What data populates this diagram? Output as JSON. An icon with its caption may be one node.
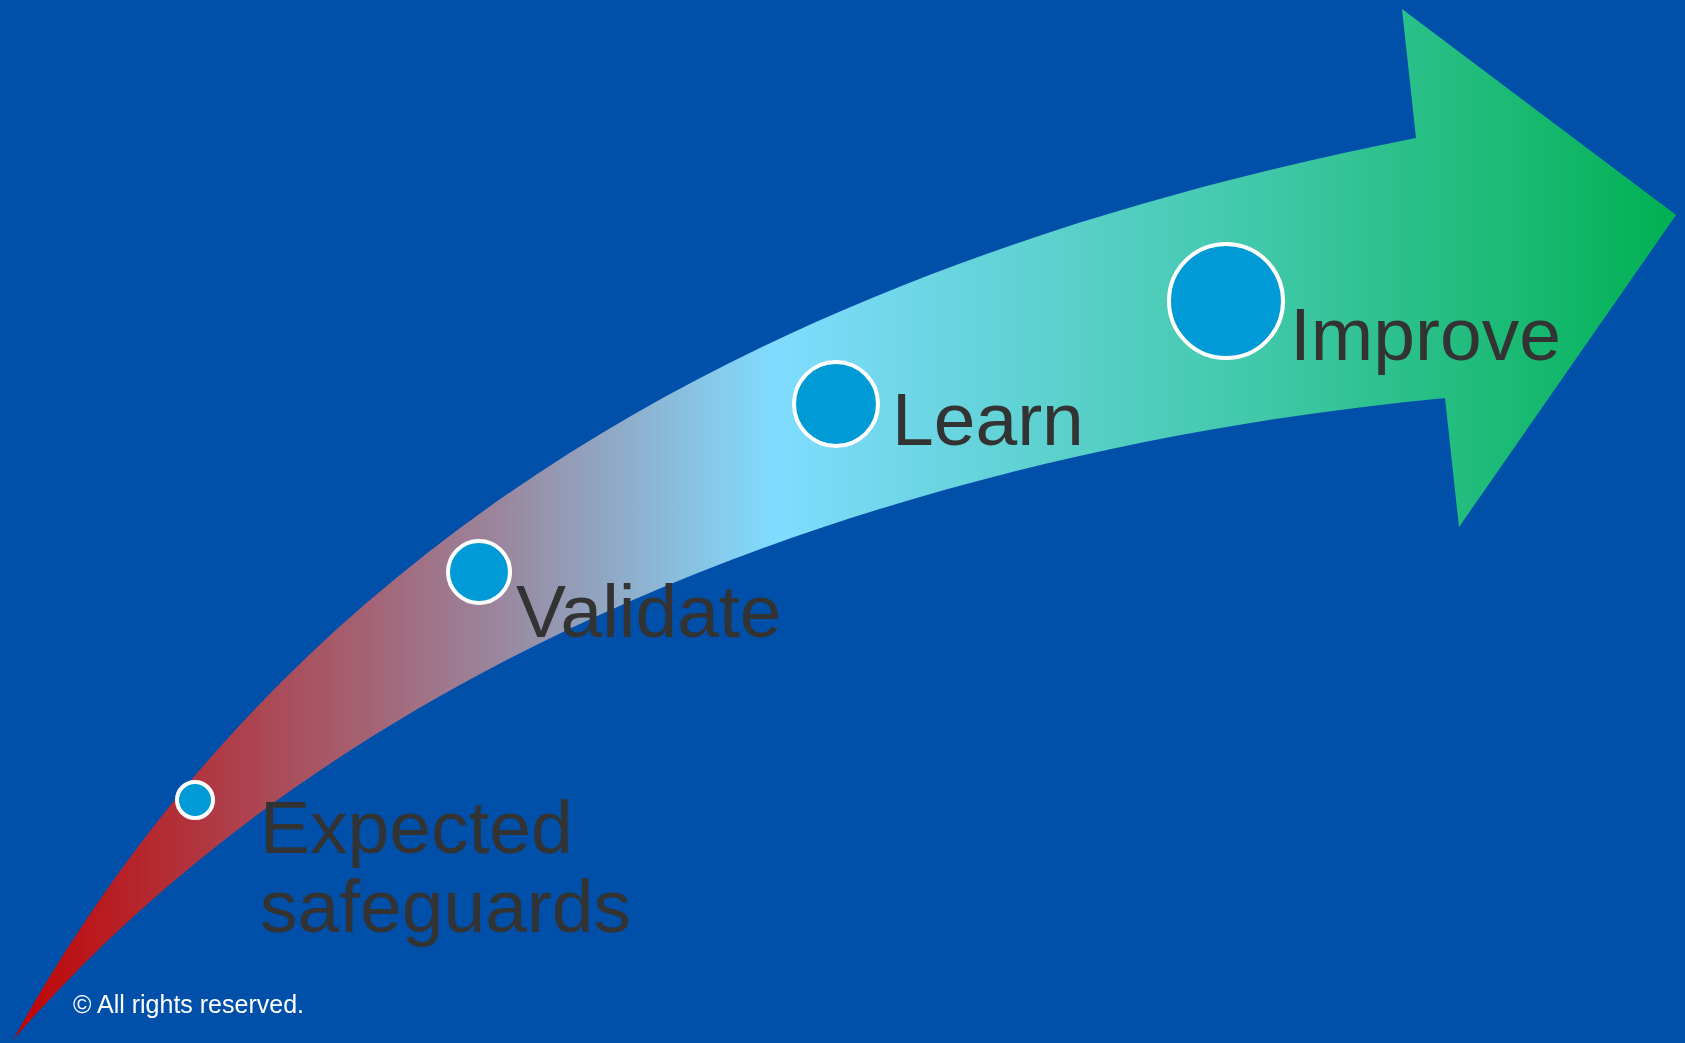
{
  "diagram": {
    "nodes": [
      {
        "text": [],
        "shape": "circle",
        "beside": [
          "Expected safeguards"
        ]
      },
      {
        "text": [],
        "shape": "circle",
        "beside": [
          "Validate"
        ]
      },
      {
        "text": [],
        "shape": "circle",
        "beside": [
          "Learn"
        ]
      },
      {
        "text": [],
        "shape": "circle",
        "beside": [
          "Improve"
        ]
      }
    ],
    "edges": [],
    "labels": [
      "© All rights reserved."
    ]
  }
}
